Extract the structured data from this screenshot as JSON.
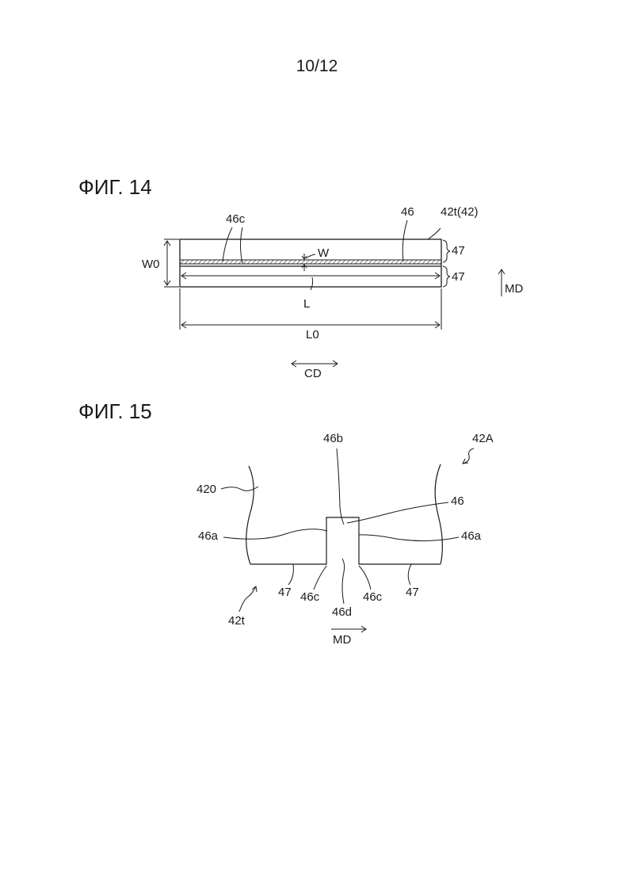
{
  "page": {
    "number": "10/12"
  },
  "fig14": {
    "title": "ФИГ. 14",
    "labels": {
      "l_46c": "46c",
      "l_46": "46",
      "l_42t": "42t(42)",
      "l_w": "W",
      "l_w0": "W0",
      "l_47_top": "47",
      "l_47_bot": "47",
      "l_l": "L",
      "l_l0": "L0",
      "l_md": "MD",
      "l_cd": "CD"
    }
  },
  "fig15": {
    "title": "ФИГ. 15",
    "labels": {
      "l_46b": "46b",
      "l_42a": "42A",
      "l_420": "420",
      "l_46": "46",
      "l_46a_left": "46a",
      "l_46a_right": "46a",
      "l_47_left": "47",
      "l_46c_left": "46c",
      "l_46c_right": "46c",
      "l_47_right": "47",
      "l_46d": "46d",
      "l_42t": "42t",
      "l_md": "MD"
    }
  }
}
